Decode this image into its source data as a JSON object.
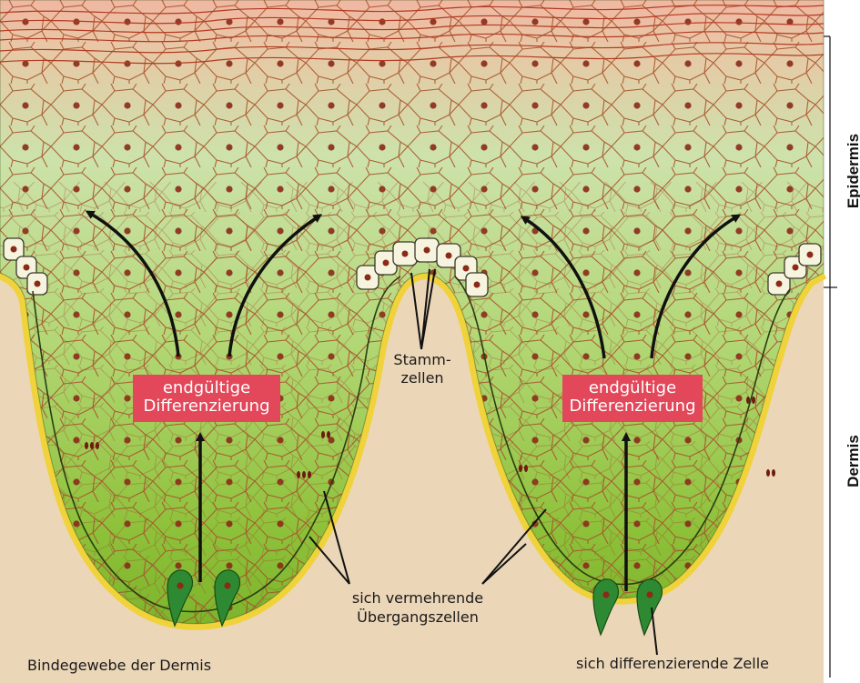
{
  "labels": {
    "box_left_1": "endgültige",
    "box_left_2": "Differenzierung",
    "box_right_1": "endgültige",
    "box_right_2": "Differenzierung",
    "stamm_1": "Stamm-",
    "stamm_2": "zellen",
    "uebergang_1": "sich vermehrende",
    "uebergang_2": "Übergangszellen",
    "bindegewebe": "Bindegewebe der Dermis",
    "differenzierende": "sich differenzierende Zelle",
    "epidermis": "Epidermis",
    "dermis": "Dermis"
  },
  "colors": {
    "dermis_bg": "#ebd6b8",
    "epidermis_top": "#f1b8a4",
    "epidermis_mid": "#cfe1a6",
    "epidermis_low": "#8fc23c",
    "cell_border": "#a24a28",
    "nucleus": "#7a1e12",
    "basal_membrane": "#f0d23a",
    "label_box": "#e2475a",
    "stem_cell": "#f6f3df",
    "dark_cell": "#2e8a32"
  }
}
